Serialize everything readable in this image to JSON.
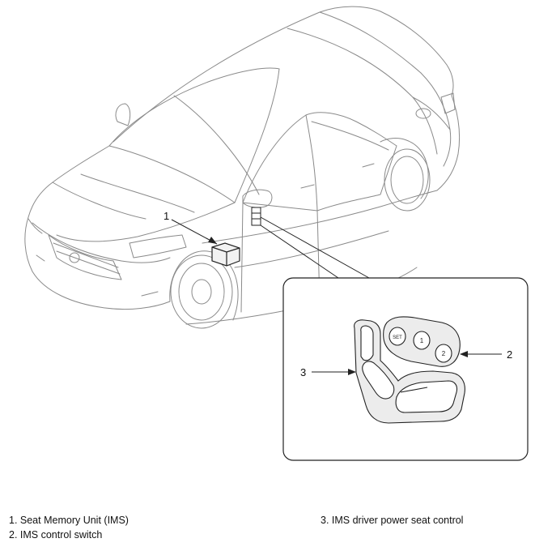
{
  "callouts": {
    "one": "1",
    "two": "2",
    "three": "3"
  },
  "switch_buttons": {
    "set": "SET",
    "one": "1",
    "two": "2"
  },
  "legend": {
    "left": [
      "1. Seat Memory Unit (IMS)",
      "2. IMS control switch"
    ],
    "right": [
      "3. IMS driver power seat control"
    ]
  }
}
